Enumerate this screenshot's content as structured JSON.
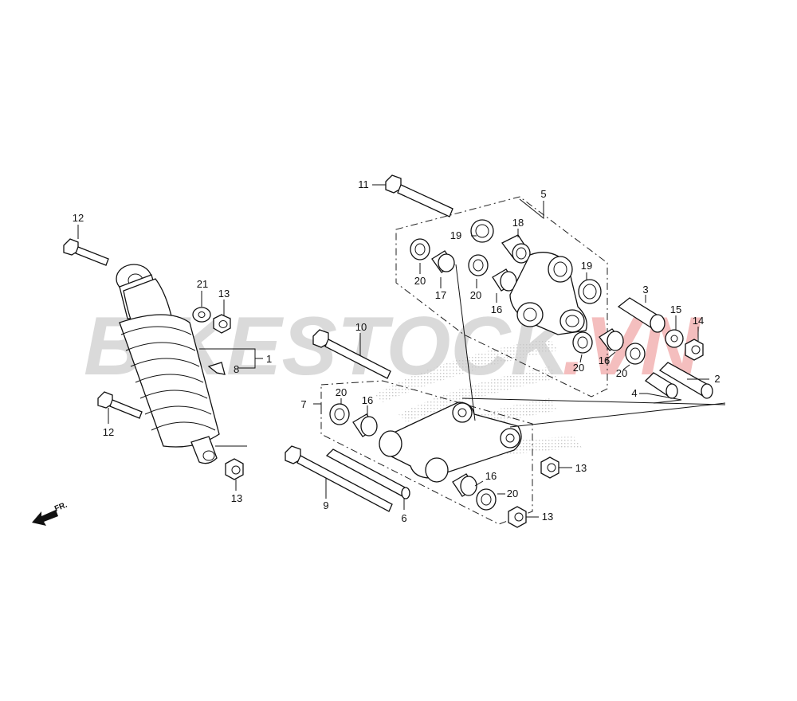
{
  "watermark": {
    "text_main": "BIKESTOCK",
    "text_accent": ".VN",
    "color_main": "#d4d4d4",
    "color_accent": "#f3b3b3"
  },
  "direction": {
    "label": "FR.",
    "icon": "arrow-icon"
  },
  "callouts": {
    "c1": "1",
    "c2": "2",
    "c3": "3",
    "c4": "4",
    "c5": "5",
    "c6": "6",
    "c7": "7",
    "c8": "8",
    "c9": "9",
    "c10": "10",
    "c11": "11",
    "c12a": "12",
    "c12b": "12",
    "c13a": "13",
    "c13b": "13",
    "c13c": "13",
    "c13d": "13",
    "c14": "14",
    "c15": "15",
    "c16a": "16",
    "c16b": "16",
    "c16c": "16",
    "c16d": "16",
    "c17": "17",
    "c18": "18",
    "c19a": "19",
    "c19b": "19",
    "c20a": "20",
    "c20b": "20",
    "c20c": "20",
    "c20d": "20",
    "c20e": "20",
    "c20f": "20",
    "c21": "21"
  },
  "colors": {
    "line": "#111111",
    "highlight": "#f4b8b8",
    "hatch": "#cccccc"
  }
}
